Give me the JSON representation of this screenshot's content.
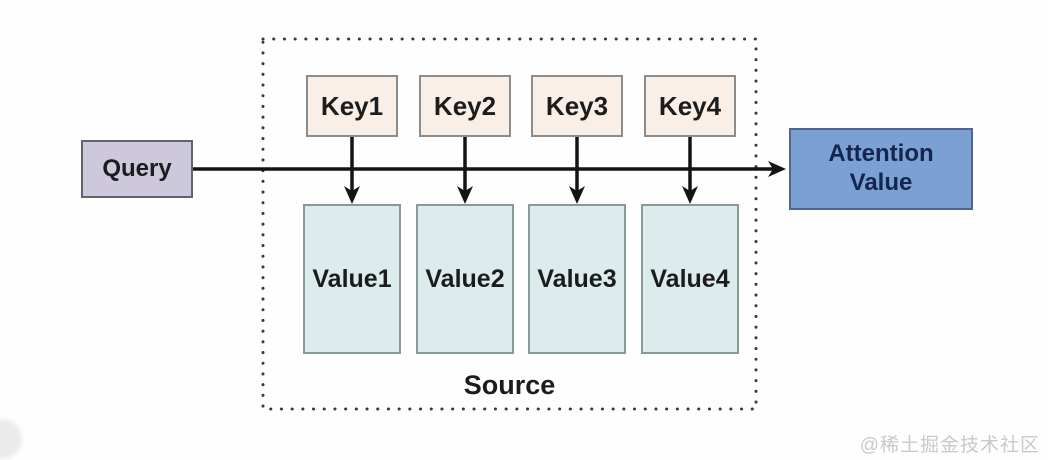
{
  "diagram": {
    "query_label": "Query",
    "keys": [
      "Key1",
      "Key2",
      "Key3",
      "Key4"
    ],
    "values": [
      "Value1",
      "Value2",
      "Value3",
      "Value4"
    ],
    "attention_label": "Attention\nValue",
    "source_label": "Source",
    "watermark": "@稀土掘金技术社区",
    "colors": {
      "query_fill": "#cdc8db",
      "query_border": "#63636e",
      "key_fill": "#f9efe6",
      "key_border": "#8c8c8c",
      "value_fill": "#dcebeb",
      "value_border": "#8a9a9a",
      "attention_fill": "#7ba0d4",
      "attention_border": "#4f6490",
      "attention_text": "#14264e",
      "arrow": "#141414",
      "dotted_border": "#3a3a3a",
      "text": "#1c1c1c",
      "watermark_text": "#c9c9c9",
      "background": "#fefefe"
    }
  }
}
